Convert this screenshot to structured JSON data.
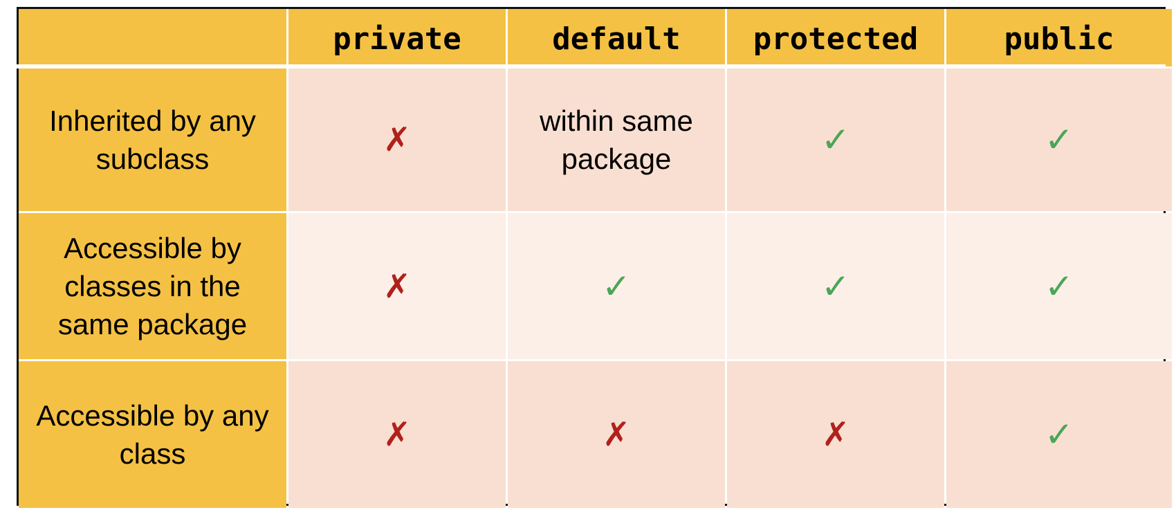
{
  "columns": [
    "private",
    "default",
    "protected",
    "public"
  ],
  "rows": [
    {
      "label": "Inherited by any subclass",
      "cells": [
        {
          "type": "no",
          "symbol": "✗"
        },
        {
          "type": "text",
          "text": "within same package"
        },
        {
          "type": "yes",
          "symbol": "✓"
        },
        {
          "type": "yes",
          "symbol": "✓"
        }
      ]
    },
    {
      "label": "Accessible by classes in the same package",
      "cells": [
        {
          "type": "no",
          "symbol": "✗"
        },
        {
          "type": "yes",
          "symbol": "✓"
        },
        {
          "type": "yes",
          "symbol": "✓"
        },
        {
          "type": "yes",
          "symbol": "✓"
        }
      ]
    },
    {
      "label": "Accessible by any class",
      "cells": [
        {
          "type": "no",
          "symbol": "✗"
        },
        {
          "type": "no",
          "symbol": "✗"
        },
        {
          "type": "no",
          "symbol": "✗"
        },
        {
          "type": "yes",
          "symbol": "✓"
        }
      ]
    }
  ],
  "colors": {
    "header_fill": "#f4c144",
    "row_fill_dark": "#f8dfd1",
    "row_fill_light": "#fbefe8",
    "check_color": "#4aa657",
    "cross_color": "#b0211c",
    "border": "#111111"
  },
  "icons": {
    "yes": "check-mark-icon",
    "no": "cross-mark-icon"
  }
}
